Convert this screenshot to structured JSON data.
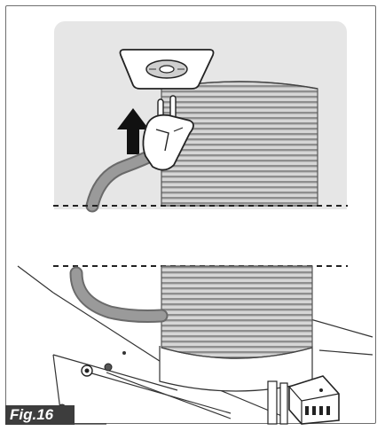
{
  "figure": {
    "label": "Fig.16"
  },
  "illustration": {
    "top_view": "plug-inserted-into-ceiling-socket",
    "bottom_view": "coiled-duct-on-base-unit",
    "arrow_icon": "arrow-up-icon"
  },
  "colors": {
    "panel_background": "#e6e6e6",
    "coil_fill": "#d4d4d4",
    "coil_stripe": "#8c8c8c",
    "cable": "#808080",
    "label_background": "#3d3d3d",
    "label_text": "#ffffff"
  }
}
